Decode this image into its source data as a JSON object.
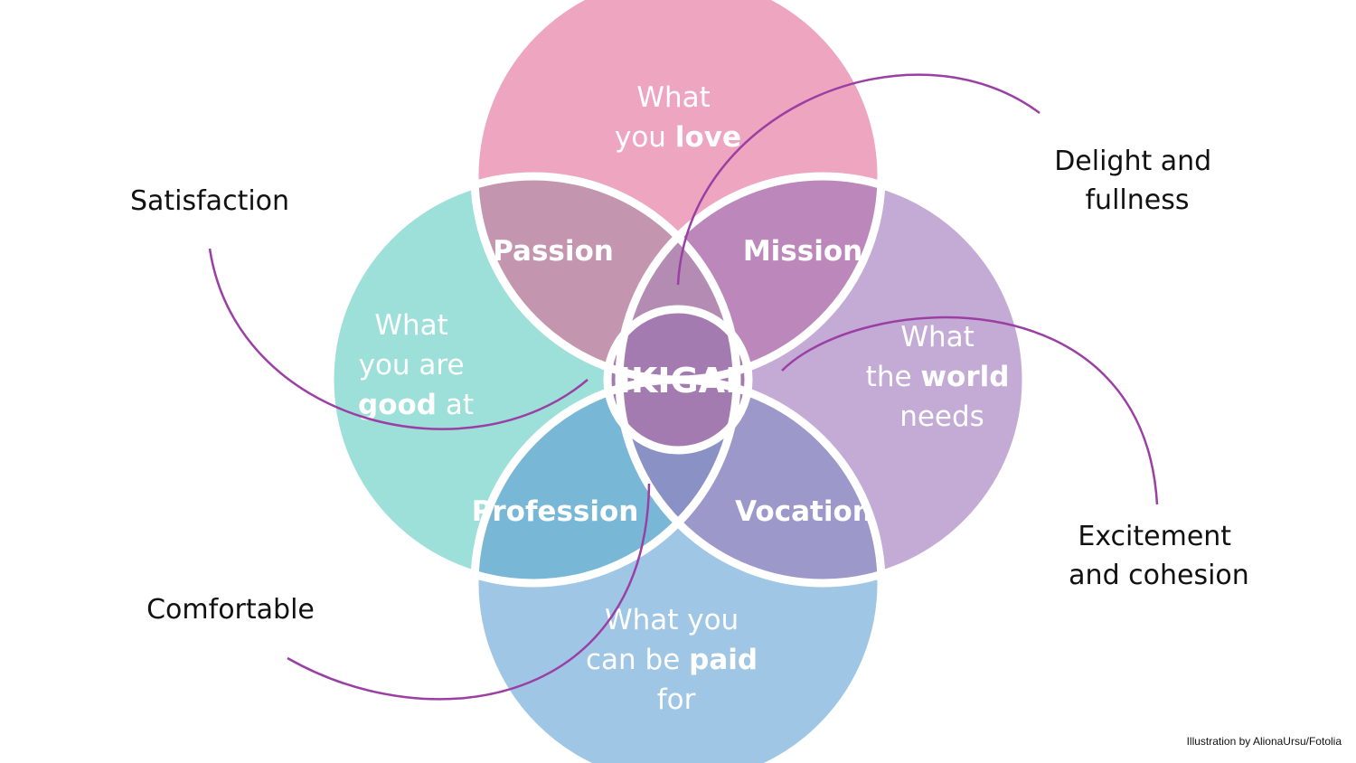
{
  "colors": {
    "love": "#eea5bf",
    "good": "#9ddfd9",
    "world": "#c3abd5",
    "paid": "#9fc7e5",
    "passion": "#c495ae",
    "mission": "#bc87bb",
    "profession": "#78b8d6",
    "vocation": "#9c98c9",
    "center": "#a47bb0",
    "petal_top": "#ac7fb5",
    "petal_left": "#b48bb3",
    "petal_right": "#a877b3",
    "petal_bottom": "#8a91c4",
    "curves": "#9b3fa5"
  },
  "circles": {
    "love": {
      "line1": "What",
      "line2_pre": "you ",
      "line2_bold": "love"
    },
    "good": {
      "line1": "What",
      "line2": "you are",
      "line3_bold": "good",
      "line3_post": " at"
    },
    "world": {
      "line1": "What",
      "line2_pre": "the ",
      "line2_bold": "world",
      "line3": "needs"
    },
    "paid": {
      "line1": "What you",
      "line2_pre": "can be ",
      "line2_bold": "paid",
      "line3": "for"
    }
  },
  "zones": {
    "passion": "Passion",
    "mission": "Mission",
    "profession": "Profession",
    "vocation": "Vocation"
  },
  "center": "IKIGAI",
  "outer_labels": {
    "satisfaction": "Satisfaction",
    "delight_line1": "Delight and",
    "delight_line2": "fullness",
    "excitement_line1": "Excitement",
    "excitement_line2": "and cohesion",
    "comfortable": "Comfortable"
  },
  "credit": "Illustration by AlionaUrsu/Fotolia"
}
